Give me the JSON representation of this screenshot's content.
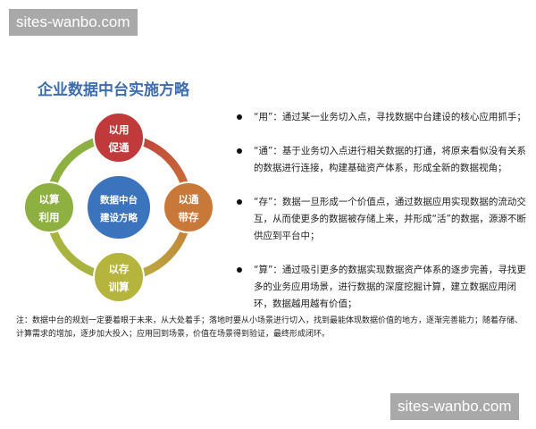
{
  "watermark": "sites-wanbo.com",
  "title": "企业数据中台实施方略",
  "diagram": {
    "center": [
      "数据中台",
      "建设方略"
    ],
    "top": [
      "以用",
      "促通"
    ],
    "right": [
      "以通",
      "带存"
    ],
    "bottom": [
      "以存",
      "训算"
    ],
    "left": [
      "以算",
      "利用"
    ],
    "colors": {
      "center": "#3b73bd",
      "top": "#c0393b",
      "right": "#c8793a",
      "bottom": "#b5b53d",
      "left": "#8db041"
    }
  },
  "bullets": [
    "“用”：通过某一业务切入点，寻找数据中台建设的核心应用抓手；",
    "“通”：基于业务切入点进行相关数据的打通，将原来看似没有关系的数据进行连接，构建基础资产体系，形成全新的数据视角；",
    "“存”：数据一旦形成一个价值点，通过数据应用实现数据的流动交互，从而使更多的数据被存储上来，并形成“活”的数据，源源不断供应到平台中；",
    "“算”：通过吸引更多的数据实现数据资产体系的逐步完善，寻找更多的业务应用场景，进行数据的深度挖掘计算，建立数据应用闭环，数据越用越有价值；"
  ],
  "note": "注：数据中台的规划一定要着眼于未来，从大处着手；落地时要从小场景进行切入，找到最能体现数据价值的地方，逐渐完善能力；随着存储、计算需求的增加，逐步加大投入；应用回到场景，价值在场景得到验证，最终形成闭环。"
}
